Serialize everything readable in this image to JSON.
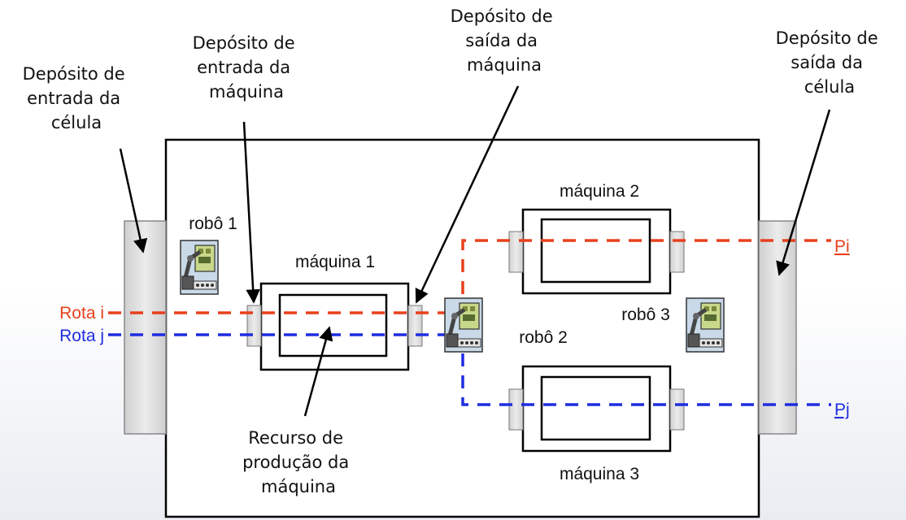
{
  "labels": {
    "cell_input_buffer": [
      "Depósito de",
      "entrada da",
      "célula"
    ],
    "machine_input_buffer": [
      "Depósito de",
      "entrada da",
      "máquina"
    ],
    "machine_output_buffer": [
      "Depósito de",
      "saída da",
      "máquina"
    ],
    "cell_output_buffer": [
      "Depósito de",
      "saída da",
      "célula"
    ],
    "production_resource": [
      "Recurso de",
      "produção da",
      "máquina"
    ]
  },
  "machines": {
    "m1": "máquina 1",
    "m2": "máquina 2",
    "m3": "máquina 3"
  },
  "robots": {
    "r1": "robô 1",
    "r2": "robô 2",
    "r3": "robô 3"
  },
  "routes": {
    "i_label": "Rota i",
    "j_label": "Rota j",
    "i_end": "Pi",
    "j_end": "Pj"
  },
  "colors": {
    "route_i": "#e8401c",
    "route_j": "#1f2de0",
    "buffer_fill": "#d9d9d9",
    "outline": "#000000"
  },
  "icons": {
    "robot": "industrial-robot-arm-icon"
  }
}
